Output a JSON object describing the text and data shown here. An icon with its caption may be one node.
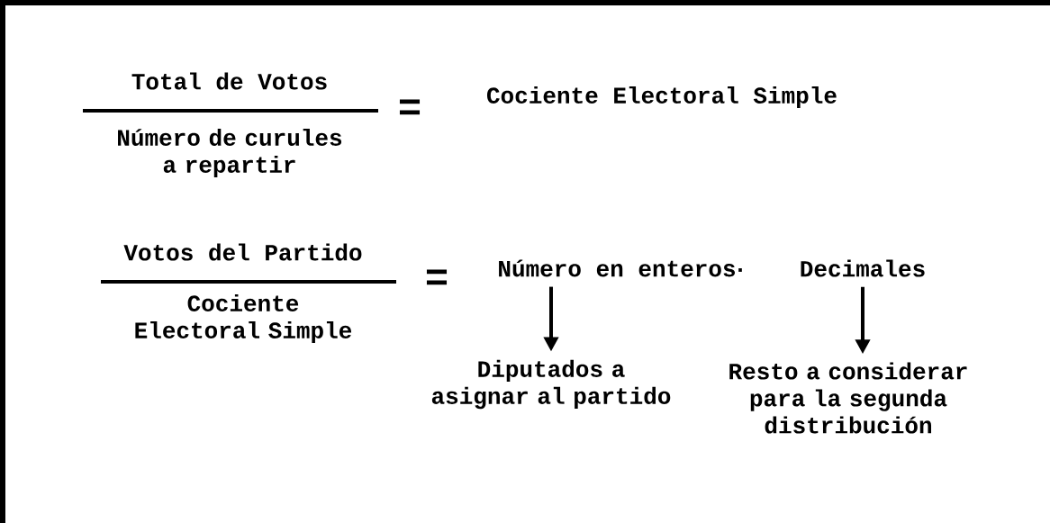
{
  "diagram": {
    "nodes": [
      {
        "text": [
          "Número en enteros"
        ]
      },
      {
        "text": [
          "Decimales"
        ]
      },
      {
        "text": [
          "Diputados a asignar al partido"
        ]
      },
      {
        "text": [
          "Resto a considerar para la segunda distribución"
        ]
      }
    ],
    "edges": [
      {
        "from": 0,
        "to": 2,
        "arrow": "to"
      },
      {
        "from": 1,
        "to": 3,
        "arrow": "to"
      }
    ],
    "labels": [
      "Total de Votos",
      "=",
      "Cociente Electoral Simple",
      "Número de curules a repartir",
      "Votos del Partido",
      "=",
      "Cociente Electoral Simple",
      "."
    ]
  }
}
